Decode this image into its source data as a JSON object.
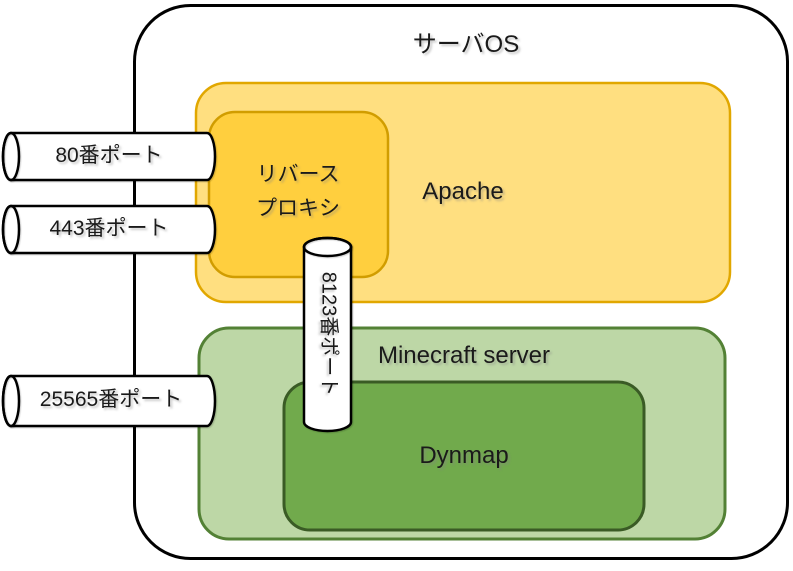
{
  "diagram": {
    "os_label": "サーバOS",
    "apache": {
      "label": "Apache",
      "fill": "#FFDF80",
      "stroke": "#E1A700"
    },
    "reverse_proxy": {
      "line1": "リバース",
      "line2": "プロキシ",
      "fill": "#FFCF3E",
      "stroke": "#D19D00"
    },
    "minecraft": {
      "label": "Minecraft server",
      "fill": "#BDD7A6",
      "stroke": "#538135"
    },
    "dynmap": {
      "label": "Dynmap",
      "fill": "#71AA4C",
      "stroke": "#3A5B25"
    },
    "ports": {
      "http": {
        "label": "80番ポート"
      },
      "https": {
        "label": "443番ポート"
      },
      "minecraft": {
        "label": "25565番ポート"
      },
      "dynmap": {
        "label": "8123番ポート"
      }
    },
    "port_shape": {
      "fill": "#FFFFFF",
      "stroke": "#000000"
    },
    "outer": {
      "fill": "#FFFFFF",
      "stroke": "#000000"
    }
  }
}
